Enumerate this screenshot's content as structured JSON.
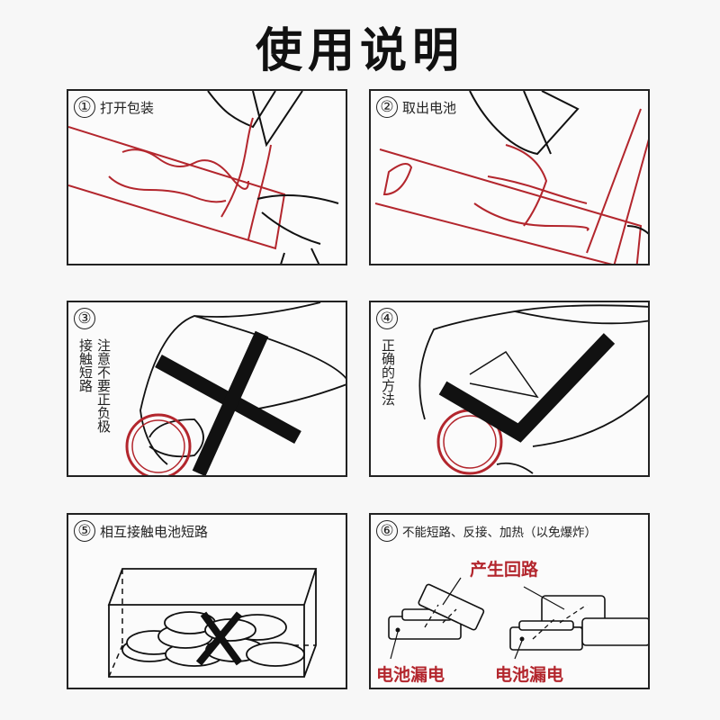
{
  "title": "使用说明",
  "panels": [
    {
      "number": "①",
      "label": "打开包装"
    },
    {
      "number": "②",
      "label": "取出电池"
    },
    {
      "number": "③",
      "label_col1": "注意不要正负极",
      "label_col2": "接触短路",
      "mark": "wrong"
    },
    {
      "number": "④",
      "label": "正确的方法",
      "mark": "correct"
    },
    {
      "number": "⑤",
      "label": "相互接触电池短路",
      "mark": "wrong"
    },
    {
      "number": "⑥",
      "label": "不能短路、反接、加热（以免爆炸）",
      "annotations": {
        "center": "产生回路",
        "left": "电池漏电",
        "right": "电池漏电"
      }
    }
  ],
  "colors": {
    "accent_red": "#b3262d",
    "line": "#111111"
  }
}
